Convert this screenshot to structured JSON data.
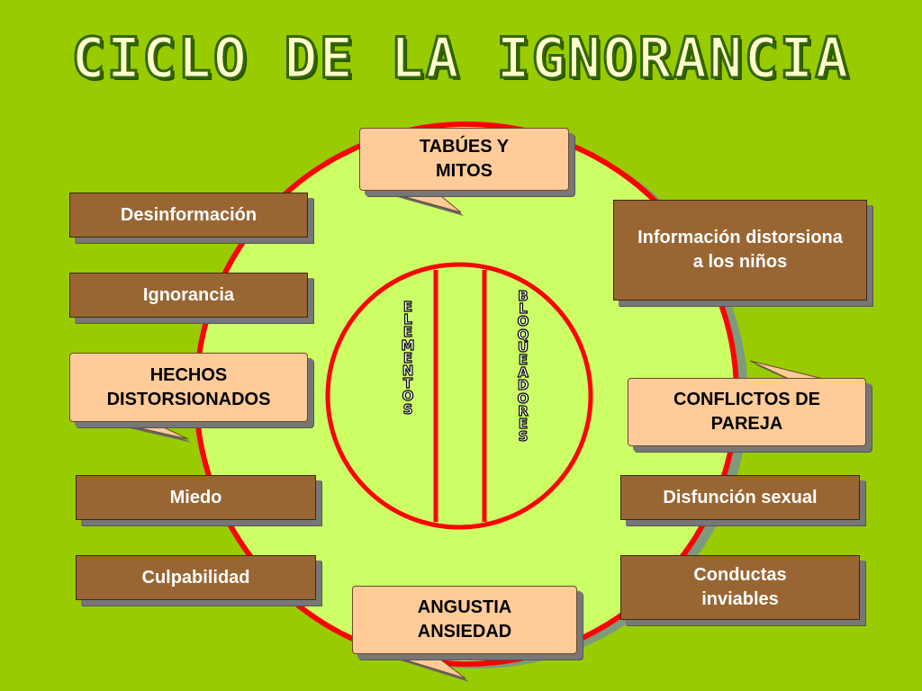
{
  "title": "CICLO DE LA IGNORANCIA",
  "center_left_label": "ELEMENTOS",
  "center_right_label": "BLOQUEADORES",
  "left_boxes": {
    "desinformacion": "Desinformación",
    "ignorancia": "Ignorancia",
    "hechos": "HECHOS DISTORSIONADOS",
    "miedo": "Miedo",
    "culpabilidad": "Culpabilidad"
  },
  "right_boxes": {
    "informacion": "Información distorsiona a los niños",
    "conflictos": "CONFLICTOS DE PAREJA",
    "disfuncion": "Disfunción sexual",
    "conductas": "Conductas inviables"
  },
  "top_box": "TABÚES Y MITOS",
  "bottom_box": "ANGUSTIA ANSIEDAD",
  "colors": {
    "background": "#99cc00",
    "circle_fill": "#ccff66",
    "circle_border": "#ff0000",
    "brown_box": "#996633",
    "callout": "#ffcc99"
  }
}
